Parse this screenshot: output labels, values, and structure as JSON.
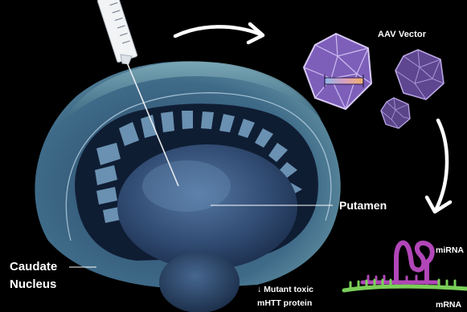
{
  "labels": {
    "aav_vector": "AAV Vector",
    "putamen": "Putamen",
    "caudate_line1": "Caudate",
    "caudate_line2": "Nucleus",
    "mirna": "miRNA",
    "mrna": "mRNA",
    "mutant_line1": "↓ Mutant toxic",
    "mutant_line2": "mHTT protein"
  },
  "colors": {
    "background": "#000000",
    "brain_dark": "#1f3553",
    "brain_mid": "#3d5f86",
    "brain_light": "#7fa6c2",
    "shell_teal": "#5e8e9c",
    "vector_purple": "#7a5cb5",
    "vector_light": "#a690d8",
    "mirna_magenta": "#b146b8",
    "mrna_green": "#7bcf5a",
    "label_text": "#ffffff"
  }
}
